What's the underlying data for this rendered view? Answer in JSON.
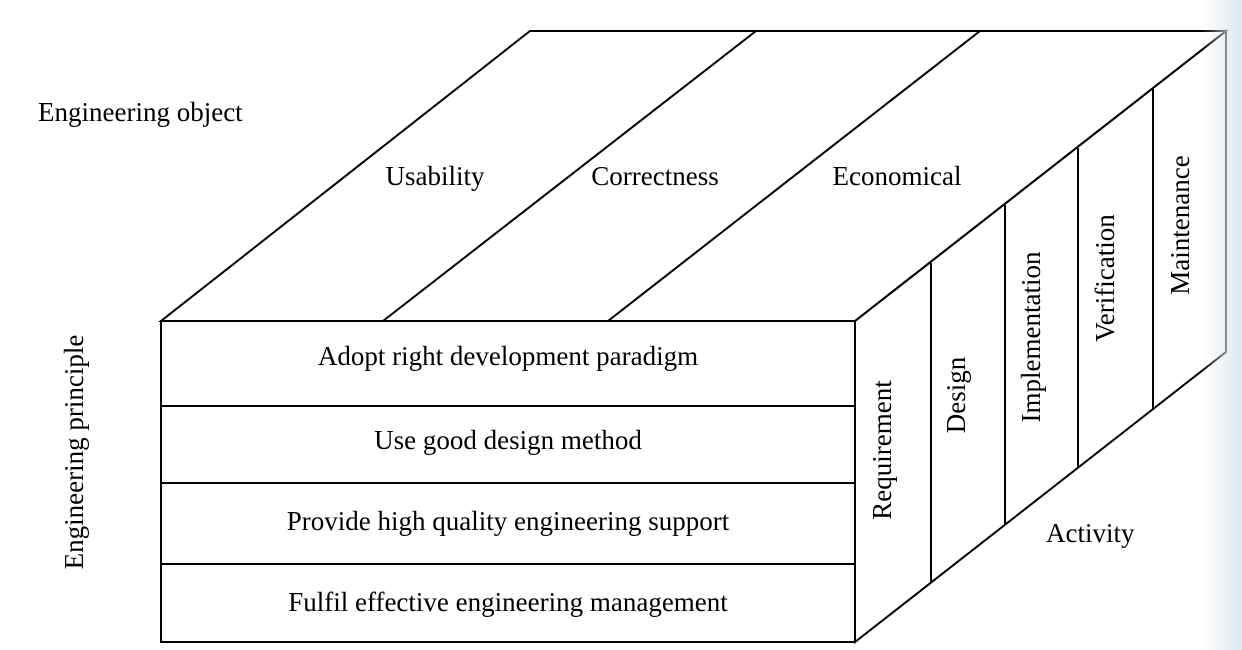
{
  "axes": {
    "object": "Engineering object",
    "principle": "Engineering principle",
    "activity": "Activity"
  },
  "objects": [
    "Usability",
    "Correctness",
    "Economical"
  ],
  "principles": [
    "Adopt right development paradigm",
    "Use good design method",
    "Provide high quality engineering support",
    "Fulfil effective engineering management"
  ],
  "activities": [
    "Requirement",
    "Design",
    "Implementation",
    "Verification",
    "Maintenance"
  ],
  "colors": {
    "line": "#000000",
    "background": "#ffffff"
  }
}
